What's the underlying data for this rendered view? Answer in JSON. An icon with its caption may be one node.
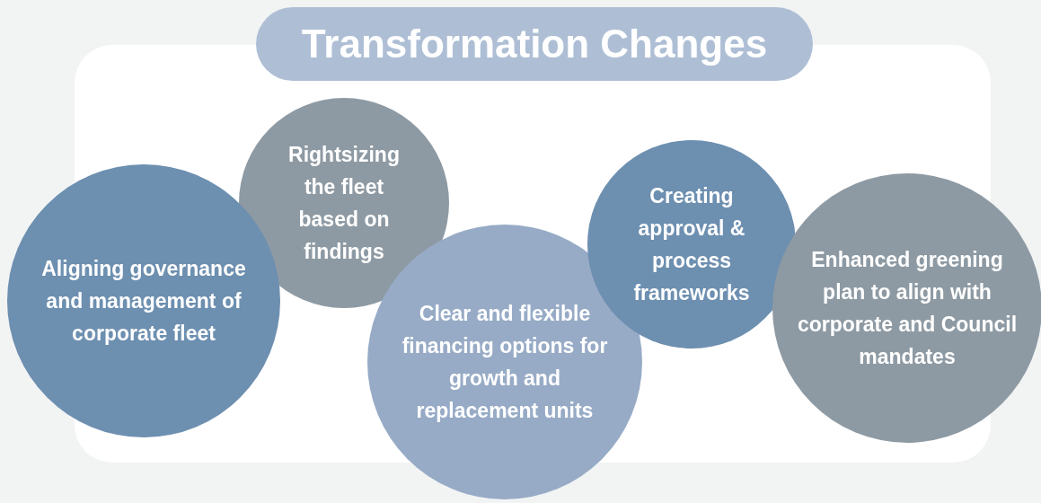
{
  "diagram": {
    "title": "Transformation Changes",
    "nodes": [
      {
        "text": [
          "Aligning governance and management of corporate fleet"
        ]
      },
      {
        "text": [
          "Rightsizing the fleet based on findings"
        ]
      },
      {
        "text": [
          "Clear and flexible financing options for growth and replacement units"
        ]
      },
      {
        "text": [
          "Creating approval & process frameworks"
        ]
      },
      {
        "text": [
          "Enhanced greening plan to align with corporate and Council mandates"
        ]
      }
    ]
  }
}
